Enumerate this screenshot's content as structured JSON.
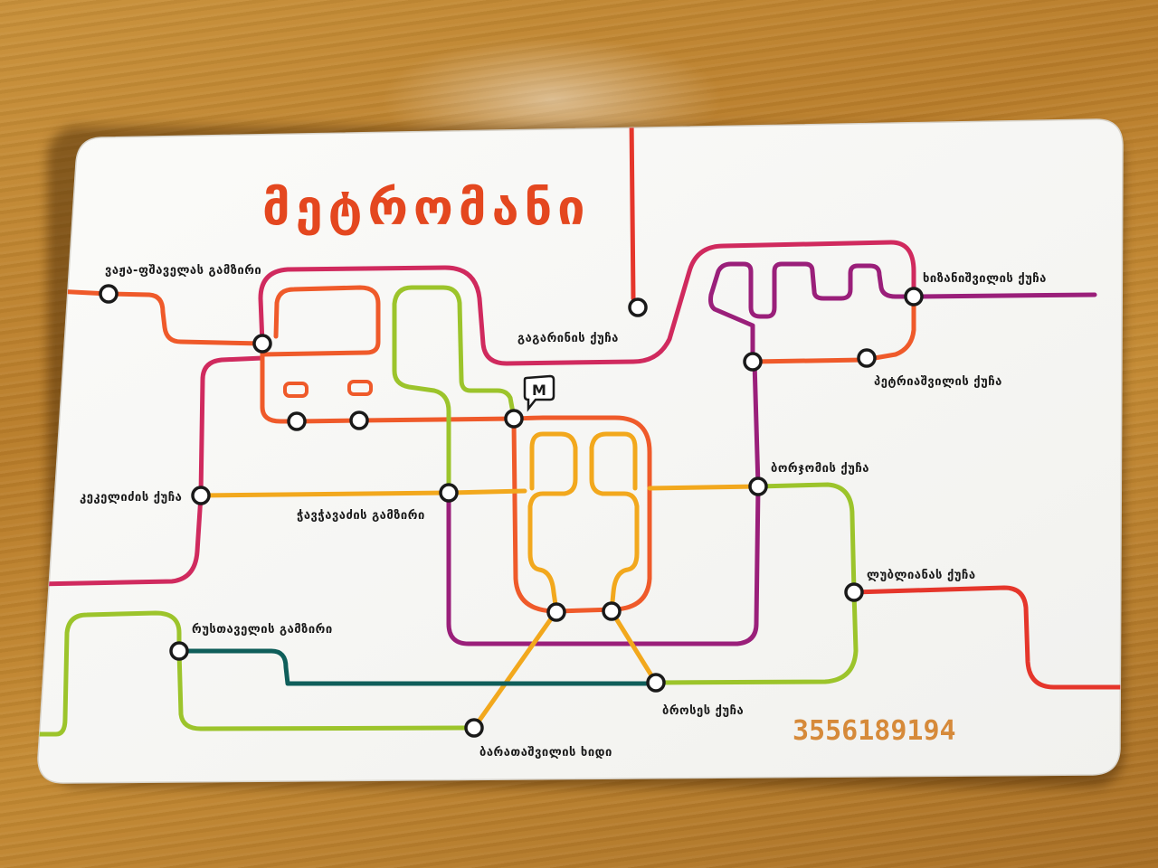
{
  "card": {
    "title": "მეტრომანი",
    "number": "3556189194",
    "metro_logo_letter": "M"
  },
  "stations": [
    {
      "id": "vaja",
      "label": "ვაჟა-ფშაველას გამზირი"
    },
    {
      "id": "gagarini",
      "label": "გაგარინის ქუჩა"
    },
    {
      "id": "khizanishvili",
      "label": "ხიზანიშვილის ქუჩა"
    },
    {
      "id": "petriashvili",
      "label": "პეტრიაშვილის ქუჩა"
    },
    {
      "id": "borjomi",
      "label": "ბორჯომის ქუჩა"
    },
    {
      "id": "kekelidze",
      "label": "კეკელიძის ქუჩა"
    },
    {
      "id": "chavchavadze",
      "label": "ჭავჭავაძის გამზირი"
    },
    {
      "id": "liubliana",
      "label": "ლუბლიანას ქუჩა"
    },
    {
      "id": "rustaveli",
      "label": "რუსთაველის გამზირი"
    },
    {
      "id": "brosse",
      "label": "ბროსეს ქუჩა"
    },
    {
      "id": "baratashvili",
      "label": "ბარათაშვილის ხიდი"
    }
  ],
  "colors": {
    "title": "#e4471f",
    "red": "#e5362b",
    "orange": "#ef5a2a",
    "coral": "#f06a3a",
    "magenta": "#d02a5e",
    "purple": "#9a1f7a",
    "yellow": "#f2a81d",
    "lime": "#9cc42b",
    "teal": "#0f5e5a",
    "number": "#d68a3a"
  }
}
